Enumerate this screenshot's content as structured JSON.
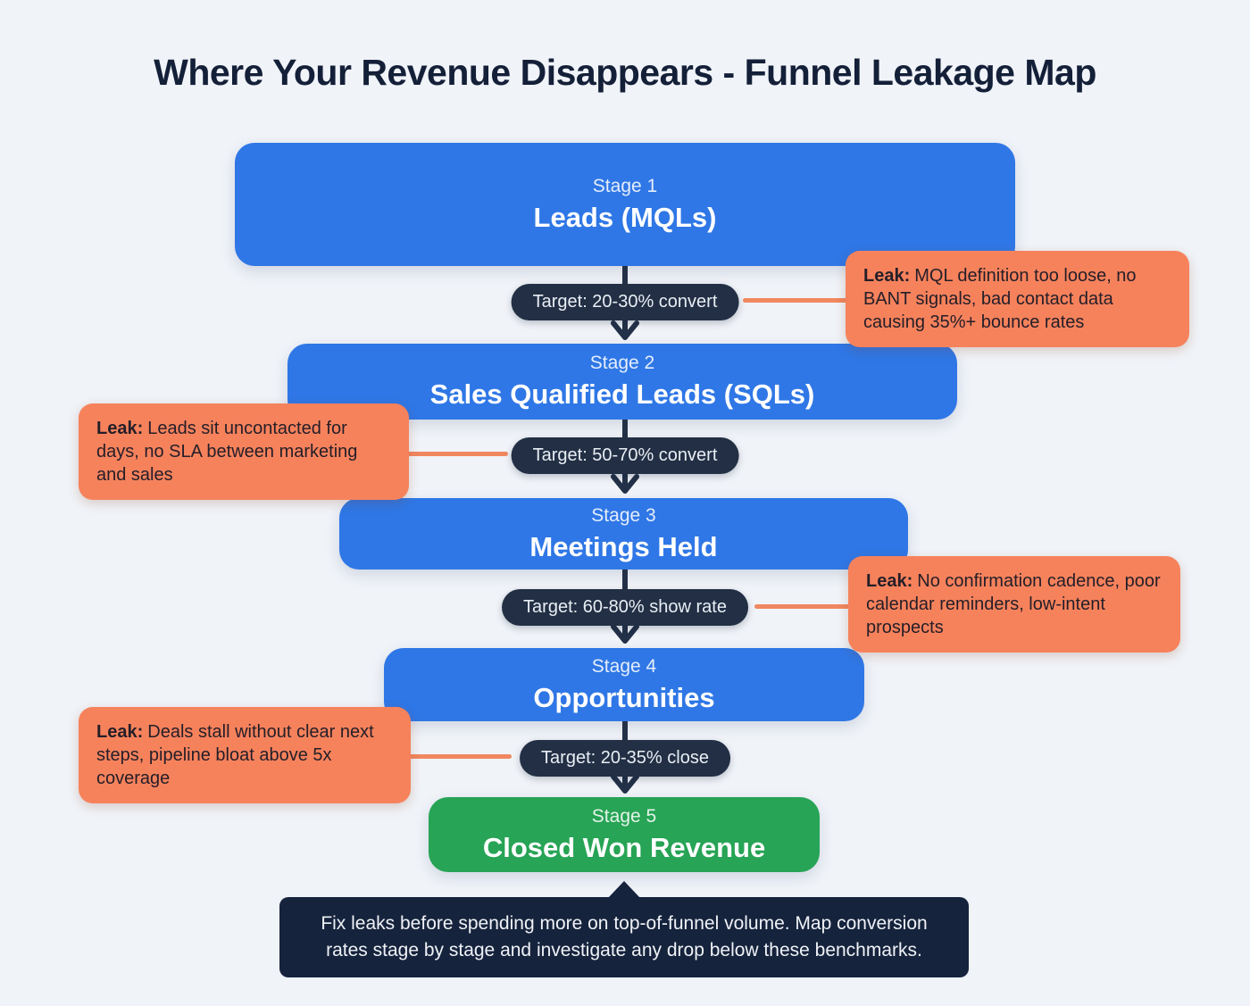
{
  "title": "Where Your Revenue Disappears - Funnel Leakage Map",
  "stages": [
    {
      "label": "Stage 1",
      "name": "Leads (MQLs)",
      "color": "#2F77E6"
    },
    {
      "label": "Stage 2",
      "name": "Sales Qualified Leads (SQLs)",
      "color": "#2F77E6"
    },
    {
      "label": "Stage 3",
      "name": "Meetings Held",
      "color": "#2F77E6"
    },
    {
      "label": "Stage 4",
      "name": "Opportunities",
      "color": "#2F77E6"
    },
    {
      "label": "Stage 5",
      "name": "Closed Won Revenue",
      "color": "#27A455"
    }
  ],
  "targets": [
    {
      "text": "Target: 20-30% convert"
    },
    {
      "text": "Target: 50-70% convert"
    },
    {
      "text": "Target: 60-80% show rate"
    },
    {
      "text": "Target: 20-35% close"
    }
  ],
  "leaks": [
    {
      "prefix": "Leak:",
      "text": "MQL definition too loose, no BANT signals, bad contact data causing 35%+ bounce rates",
      "side": "right"
    },
    {
      "prefix": "Leak:",
      "text": "Leads sit uncontacted for days, no SLA between marketing and sales",
      "side": "left"
    },
    {
      "prefix": "Leak:",
      "text": "No confirmation cadence, poor calendar reminders, low-intent prospects",
      "side": "right"
    },
    {
      "prefix": "Leak:",
      "text": "Deals stall without clear next steps, pipeline bloat above 5x coverage",
      "side": "left"
    }
  ],
  "footer": {
    "text": "Fix leaks before spending more on top-of-funnel volume. Map conversion rates stage by stage and investigate any drop below these benchmarks."
  },
  "colors": {
    "background": "#F0F3F8",
    "title_navy": "#141F38",
    "stage_blue": "#2F77E6",
    "stage_green": "#27A455",
    "pill_navy": "#222F44",
    "leak_orange": "#F6825C",
    "connector_orange": "#F0875F",
    "footer_navy": "#16233C",
    "arrow_navy": "#233148"
  }
}
